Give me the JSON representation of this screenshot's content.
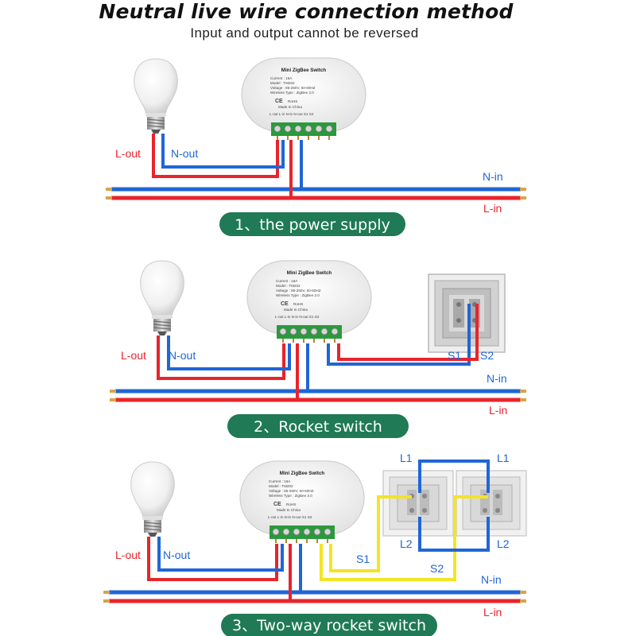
{
  "header": {
    "title": "Neutral live wire connection method",
    "subtitle": "Input and output cannot be reversed"
  },
  "colors": {
    "live": "#e8242c",
    "neutral": "#1f66d6",
    "traveler": "#f4e424",
    "pill": "#1f7a55"
  },
  "device": {
    "title": "Mini ZigBee Switch",
    "spec_lines": [
      "Current : 16A",
      "Model : TM202",
      "Voltage : 85-250V, 50-60HZ",
      "Wireless Type : ZigBee 3.0"
    ],
    "certs": [
      "CE",
      "RoHS"
    ],
    "origin": "Made In China",
    "terminals": "L-out L-in  N-in N-out  S1   S2"
  },
  "labels": {
    "l_out": "L-out",
    "n_out": "N-out",
    "n_in": "N-in",
    "l_in": "L-in",
    "s1": "S1",
    "s2": "S2",
    "l1": "L1",
    "l2": "L2"
  },
  "sections": [
    {
      "caption": "1、the power supply"
    },
    {
      "caption": "2、Rocket switch"
    },
    {
      "caption": "3、Two-way rocket switch"
    }
  ]
}
